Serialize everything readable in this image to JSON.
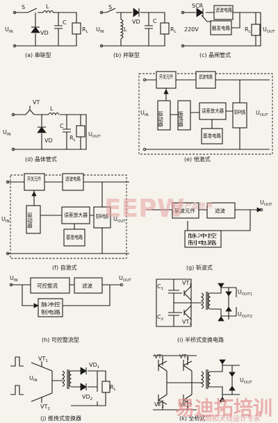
{
  "panels": {
    "a": {
      "caption": "(a) 串联型",
      "S": "S",
      "L": "L",
      "C": "C",
      "VD": "VD",
      "U": "U",
      "IN": "IN",
      "RL": "R",
      "Lsub": "L"
    },
    "b": {
      "caption": "(b) 并联型",
      "S": "S",
      "L": "L",
      "VD": "VD",
      "C": "C",
      "U": "U",
      "IN": "IN",
      "RL": "R",
      "Lsub": "L"
    },
    "c": {
      "caption": "(c) 晶闸管式",
      "SCR": "SCR",
      "v220": "220V",
      "filter": "滤波电路",
      "trigger": "触发电路",
      "R": "R",
      "Lsub": "L",
      "U": "U",
      "OUT": "OUT"
    },
    "d": {
      "caption": "(d) 晶体管式",
      "VT": "VT",
      "L": "L",
      "VD": "VD",
      "C": "C",
      "R": "R",
      "Lsub": "L",
      "U": "U",
      "IN": "IN",
      "OUT": "OUT"
    },
    "e": {
      "caption": "(e) 他激式",
      "switch": "开关元件",
      "filter": "滤波电路",
      "driver": "驱动器",
      "osc": "振荡器",
      "erramp": "误差放大器",
      "sampler": "取样电路",
      "ref": "基准电路",
      "U": "U",
      "IN": "IN",
      "OUT": "OUT"
    },
    "f": {
      "caption": "(f) 自激式",
      "switch": "开关元件",
      "filter": "滤波电路",
      "driver": "驱动器",
      "erramp": "误差放大器",
      "sampler": "取样电路",
      "ref": "基准电路",
      "U": "U",
      "IN": "IN",
      "OUT": "OUT"
    },
    "g": {
      "caption": "(g) 斩波式",
      "chopper": "斩波元件",
      "filter": "滤波",
      "pulse": "脉冲控制电路",
      "U": "U",
      "OUT": "OUT"
    },
    "h": {
      "caption": "(h) 可控整流型",
      "rectifier": "可控整流",
      "filter": "滤波",
      "pulse": "脉冲控制电路",
      "U": "U",
      "IN": "IN",
      "OUT": "OUT"
    },
    "i": {
      "caption": "(i) 半桥式变换电路",
      "C1": "C",
      "C2": "C",
      "VT1": "VT",
      "VT2": "VT",
      "s1": "1",
      "s2": "2",
      "U": "U",
      "OUT1": "OUT1",
      "OUT2": "OUT2"
    },
    "j": {
      "caption": "(j) 推挽式变换器",
      "VT1": "VT",
      "VT2": "VT",
      "VD1": "VD",
      "VD2": "VD",
      "R": "R",
      "Lsub": "L",
      "U": "U",
      "IN": "IN",
      "s1": "1",
      "s2": "2"
    },
    "k": {
      "caption": "(k) 全桥式",
      "VT1": "VT",
      "VT2": "VT",
      "VT3": "VT",
      "VT4": "VT",
      "s1": "1",
      "s2": "2",
      "s3": "3",
      "s4": "4",
      "U": "U",
      "OUT": "OUT"
    }
  },
  "watermarks": {
    "center": "EEPW",
    "center_cn": "电子产品世界",
    "corner_cn": "易迪拓培训",
    "corner_sub": "射频和天线设计专家"
  }
}
